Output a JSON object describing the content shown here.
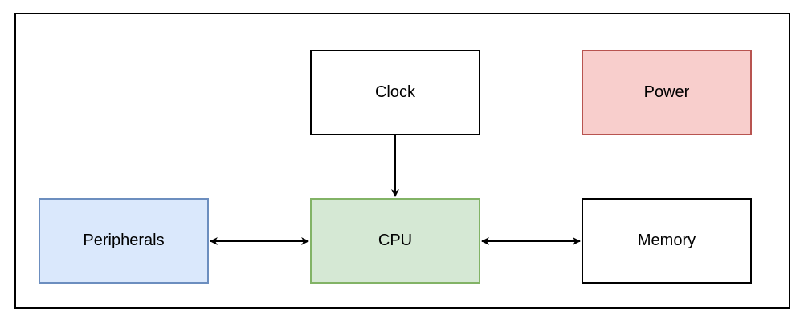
{
  "diagram": {
    "nodes": [
      {
        "id": "clock",
        "label": "Clock",
        "fill": "#ffffff",
        "stroke": "#000000"
      },
      {
        "id": "power",
        "label": "Power",
        "fill": "#f8cecc",
        "stroke": "#b85450"
      },
      {
        "id": "peripherals",
        "label": "Peripherals",
        "fill": "#dae8fc",
        "stroke": "#6c8ebf"
      },
      {
        "id": "cpu",
        "label": "CPU",
        "fill": "#d5e8d4",
        "stroke": "#82b366"
      },
      {
        "id": "memory",
        "label": "Memory",
        "fill": "#ffffff",
        "stroke": "#000000"
      }
    ],
    "edges": [
      {
        "from": "clock",
        "to": "cpu",
        "direction": "forward"
      },
      {
        "from": "peripherals",
        "to": "cpu",
        "direction": "both"
      },
      {
        "from": "cpu",
        "to": "memory",
        "direction": "both"
      }
    ]
  }
}
